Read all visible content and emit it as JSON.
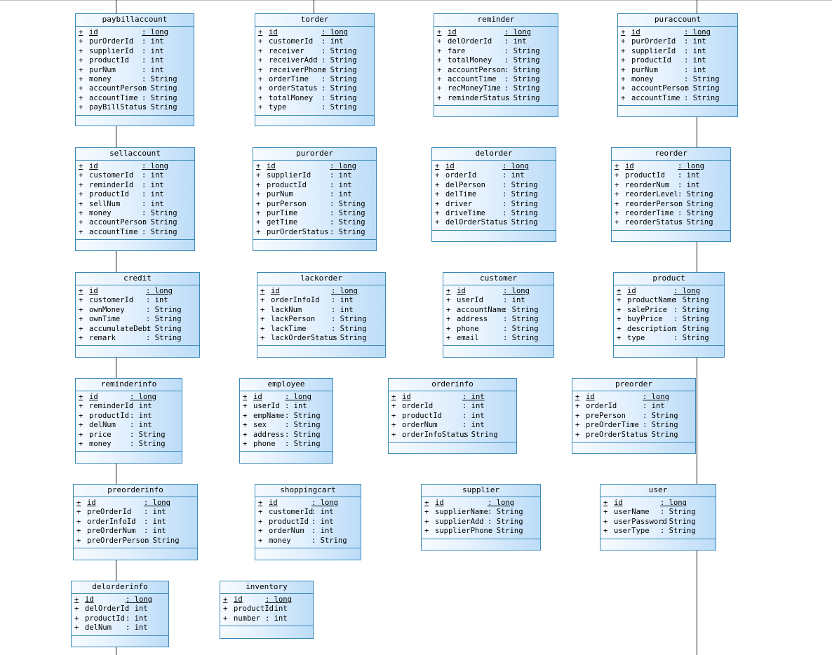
{
  "entities": [
    {
      "name": "paybillaccount",
      "attrs": [
        [
          "+",
          "id",
          ": long"
        ],
        [
          "+",
          "purOrderId",
          ": int"
        ],
        [
          "+",
          "supplierId",
          ": int"
        ],
        [
          "+",
          "productId",
          ": int"
        ],
        [
          "+",
          "purNum",
          ": int"
        ],
        [
          "+",
          "money",
          ": String"
        ],
        [
          "+",
          "accountPerson",
          ": String"
        ],
        [
          "+",
          "accountTime",
          ": String"
        ],
        [
          "+",
          "payBillStatus",
          ": String"
        ]
      ]
    },
    {
      "name": "torder",
      "attrs": [
        [
          "+",
          "id",
          ": long"
        ],
        [
          "+",
          "customerId",
          ": int"
        ],
        [
          "+",
          "receiver",
          ": String"
        ],
        [
          "+",
          "receiverAdd",
          ": String"
        ],
        [
          "+",
          "receiverPhone",
          ": String"
        ],
        [
          "+",
          "orderTime",
          ": String"
        ],
        [
          "+",
          "orderStatus",
          ": String"
        ],
        [
          "+",
          "totalMoney",
          ": String"
        ],
        [
          "+",
          "type",
          ": String"
        ]
      ]
    },
    {
      "name": "reminder",
      "attrs": [
        [
          "+",
          "id",
          ": long"
        ],
        [
          "+",
          "delOrderId",
          ": int"
        ],
        [
          "+",
          "fare",
          ": String"
        ],
        [
          "+",
          "totalMoney",
          ": String"
        ],
        [
          "+",
          "accountPerson",
          ": String"
        ],
        [
          "+",
          "accountTime",
          ": String"
        ],
        [
          "+",
          "recMoneyTime",
          ": String"
        ],
        [
          "+",
          "reminderStatus",
          ": String"
        ]
      ]
    },
    {
      "name": "puraccount",
      "attrs": [
        [
          "+",
          "id",
          ": long"
        ],
        [
          "+",
          "purOrderId",
          ": int"
        ],
        [
          "+",
          "supplierId",
          ": int"
        ],
        [
          "+",
          "productId",
          ": int"
        ],
        [
          "+",
          "purNum",
          ": int"
        ],
        [
          "+",
          "money",
          ": String"
        ],
        [
          "+",
          "accountPerson",
          ": String"
        ],
        [
          "+",
          "accountTime",
          ": String"
        ]
      ]
    },
    {
      "name": "sellaccount",
      "attrs": [
        [
          "+",
          "id",
          ": long"
        ],
        [
          "+",
          "customerId",
          ": int"
        ],
        [
          "+",
          "reminderId",
          ": int"
        ],
        [
          "+",
          "productId",
          ": int"
        ],
        [
          "+",
          "sellNum",
          ": int"
        ],
        [
          "+",
          "money",
          ": String"
        ],
        [
          "+",
          "accountPerson",
          ": String"
        ],
        [
          "+",
          "accountTime",
          ": String"
        ]
      ]
    },
    {
      "name": "purorder",
      "attrs": [
        [
          "+",
          "id",
          ": long"
        ],
        [
          "+",
          "supplierId",
          ": int"
        ],
        [
          "+",
          "productId",
          ": int"
        ],
        [
          "+",
          "purNum",
          ": int"
        ],
        [
          "+",
          "purPerson",
          ": String"
        ],
        [
          "+",
          "purTime",
          ": String"
        ],
        [
          "+",
          "getTime",
          ": String"
        ],
        [
          "+",
          "purOrderStatus",
          ": String"
        ]
      ]
    },
    {
      "name": "delorder",
      "attrs": [
        [
          "+",
          "id",
          ": long"
        ],
        [
          "+",
          "orderId",
          ": int"
        ],
        [
          "+",
          "delPerson",
          ": String"
        ],
        [
          "+",
          "delTime",
          ": String"
        ],
        [
          "+",
          "driver",
          ": String"
        ],
        [
          "+",
          "driveTime",
          ": String"
        ],
        [
          "+",
          "delOrderStatus",
          ": String"
        ]
      ]
    },
    {
      "name": "reorder",
      "attrs": [
        [
          "+",
          "id",
          ": long"
        ],
        [
          "+",
          "productId",
          ": int"
        ],
        [
          "+",
          "reorderNum",
          ": int"
        ],
        [
          "+",
          "reorderLevel",
          ": String"
        ],
        [
          "+",
          "reorderPerson",
          ": String"
        ],
        [
          "+",
          "reorderTime",
          ": String"
        ],
        [
          "+",
          "reorderStatus",
          ": String"
        ]
      ]
    },
    {
      "name": "credit",
      "attrs": [
        [
          "+",
          "id",
          ": long"
        ],
        [
          "+",
          "customerId",
          ": int"
        ],
        [
          "+",
          "ownMoney",
          ": String"
        ],
        [
          "+",
          "ownTime",
          ": String"
        ],
        [
          "+",
          "accumulateDebt",
          ": String"
        ],
        [
          "+",
          "remark",
          ": String"
        ]
      ]
    },
    {
      "name": "lackorder",
      "attrs": [
        [
          "+",
          "id",
          ": long"
        ],
        [
          "+",
          "orderInfoId",
          ": int"
        ],
        [
          "+",
          "lackNum",
          ": int"
        ],
        [
          "+",
          "lackPerson",
          ": String"
        ],
        [
          "+",
          "lackTime",
          ": String"
        ],
        [
          "+",
          "lackOrderStatus",
          ": String"
        ]
      ]
    },
    {
      "name": "customer",
      "attrs": [
        [
          "+",
          "id",
          ": long"
        ],
        [
          "+",
          "userId",
          ": int"
        ],
        [
          "+",
          "accountName",
          ": String"
        ],
        [
          "+",
          "address",
          ": String"
        ],
        [
          "+",
          "phone",
          ": String"
        ],
        [
          "+",
          "email",
          ": String"
        ]
      ]
    },
    {
      "name": "product",
      "attrs": [
        [
          "+",
          "id",
          ": long"
        ],
        [
          "+",
          "productName",
          ": String"
        ],
        [
          "+",
          "salePrice",
          ": String"
        ],
        [
          "+",
          "buyPrice",
          ": String"
        ],
        [
          "+",
          "description",
          ": String"
        ],
        [
          "+",
          "type",
          ": String"
        ]
      ]
    },
    {
      "name": "reminderinfo",
      "attrs": [
        [
          "+",
          "id",
          ": long"
        ],
        [
          "+",
          "reminderId",
          ": int"
        ],
        [
          "+",
          "productId",
          ": int"
        ],
        [
          "+",
          "delNum",
          ": int"
        ],
        [
          "+",
          "price",
          ": String"
        ],
        [
          "+",
          "money",
          ": String"
        ]
      ]
    },
    {
      "name": "employee",
      "attrs": [
        [
          "+",
          "id",
          ": long"
        ],
        [
          "+",
          "userId",
          ": int"
        ],
        [
          "+",
          "empName",
          ": String"
        ],
        [
          "+",
          "sex",
          ": String"
        ],
        [
          "+",
          "address",
          ": String"
        ],
        [
          "+",
          "phone",
          ": String"
        ]
      ]
    },
    {
      "name": "orderinfo",
      "attrs": [
        [
          "+",
          "id",
          ": int"
        ],
        [
          "+",
          "orderId",
          ": int"
        ],
        [
          "+",
          "productId",
          ": int"
        ],
        [
          "+",
          "orderNum",
          ": int"
        ],
        [
          "+",
          "orderInfoStatus",
          ": String"
        ]
      ]
    },
    {
      "name": "preorder",
      "attrs": [
        [
          "+",
          "id",
          ": long"
        ],
        [
          "+",
          "orderId",
          ": int"
        ],
        [
          "+",
          "prePerson",
          ": String"
        ],
        [
          "+",
          "preOrderTime",
          ": String"
        ],
        [
          "+",
          "preOrderStatus",
          ": String"
        ]
      ]
    },
    {
      "name": "preorderinfo",
      "attrs": [
        [
          "+",
          "id",
          ": long"
        ],
        [
          "+",
          "preOrderId",
          ": int"
        ],
        [
          "+",
          "orderInfoId",
          ": int"
        ],
        [
          "+",
          "preOrderNum",
          ": int"
        ],
        [
          "+",
          "preOrderPerson",
          ": String"
        ]
      ]
    },
    {
      "name": "shoppingcart",
      "attrs": [
        [
          "+",
          "id",
          ": long"
        ],
        [
          "+",
          "customerId",
          ": int"
        ],
        [
          "+",
          "productId",
          ": int"
        ],
        [
          "+",
          "orderNum",
          ": int"
        ],
        [
          "+",
          "money",
          ": String"
        ]
      ]
    },
    {
      "name": "supplier",
      "attrs": [
        [
          "+",
          "id",
          ": long"
        ],
        [
          "+",
          "supplierName",
          ": String"
        ],
        [
          "+",
          "supplierAdd",
          ": String"
        ],
        [
          "+",
          "supplierPhone",
          ": String"
        ]
      ]
    },
    {
      "name": "user",
      "attrs": [
        [
          "+",
          "id",
          ": long"
        ],
        [
          "+",
          "userName",
          ": String"
        ],
        [
          "+",
          "userPassword",
          ": String"
        ],
        [
          "+",
          "userType",
          ": String"
        ]
      ]
    },
    {
      "name": "delorderinfo",
      "attrs": [
        [
          "+",
          "id",
          ": long"
        ],
        [
          "+",
          "delOrderId",
          ": int"
        ],
        [
          "+",
          "productId",
          ": int"
        ],
        [
          "+",
          "delNum",
          ": int"
        ]
      ]
    },
    {
      "name": "inventory",
      "attrs": [
        [
          "+",
          "id",
          ": long"
        ],
        [
          "+",
          "productId",
          ": int"
        ],
        [
          "+",
          "number",
          ": int"
        ]
      ]
    }
  ]
}
